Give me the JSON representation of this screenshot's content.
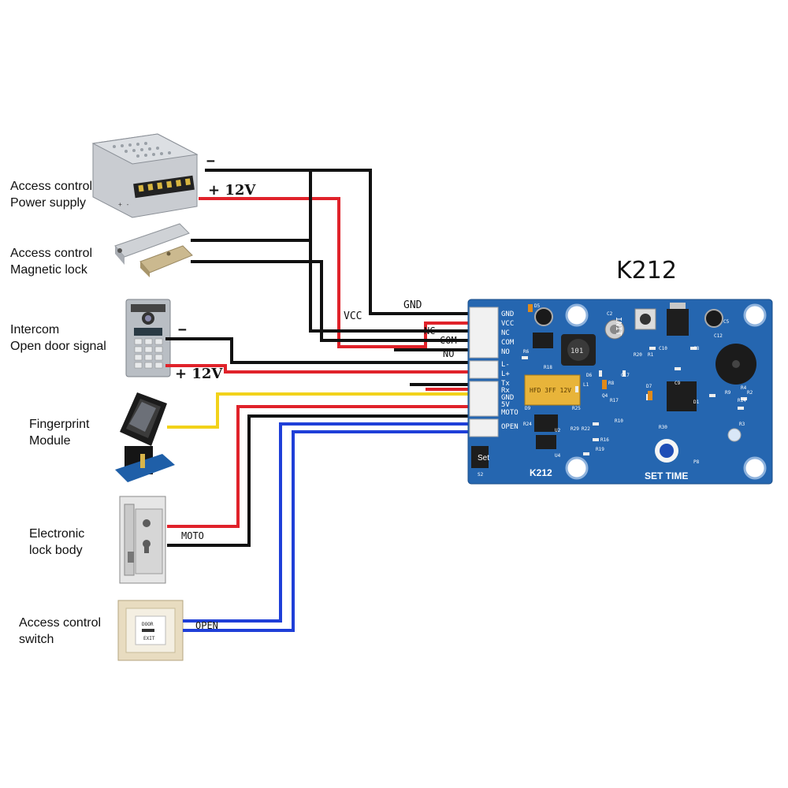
{
  "title": "K212",
  "devices": [
    {
      "name": "Access control",
      "name2": "Power supply"
    },
    {
      "name": "Access control",
      "name2": "Magnetic lock"
    },
    {
      "name": "Intercom",
      "name2": "Open door signal"
    },
    {
      "name": "Fingerprint",
      "name2": "Module"
    },
    {
      "name": "Electronic",
      "name2": "lock body"
    },
    {
      "name": "Access control",
      "name2": "switch"
    }
  ],
  "wire_labels": {
    "minus_top": "−",
    "plus_12v_top": "+ 12V",
    "minus_intercom": "−",
    "plus_12v_intercom": "+ 12V",
    "gnd": "GND",
    "vcc": "VCC",
    "nc": "NC",
    "com": "COM",
    "no": "NO",
    "moto": "MOTO",
    "open": "OPEN"
  },
  "board": {
    "pins": [
      "GND",
      "VCC",
      "NC",
      "COM",
      "NO",
      "L-",
      "L+",
      "Tx",
      "Rx",
      "GND",
      "5V",
      "MOTO",
      "OPEN"
    ],
    "text_init": "INIT",
    "text_set": "Set",
    "text_k212": "K212",
    "text_set_time": "SET TIME",
    "relay_text": "HFD 3FF 12V",
    "inductor_text": "101",
    "refs": [
      "D5",
      "C2",
      "C5",
      "C12",
      "R20",
      "R1",
      "C10",
      "C8",
      "C9",
      "D6",
      "C17",
      "D7",
      "R18",
      "R6",
      "L1",
      "Q4",
      "R17",
      "R8",
      "D9",
      "R10",
      "R16",
      "R19",
      "U2",
      "U4",
      "R30",
      "R3",
      "P8",
      "R24",
      "R29",
      "R22",
      "R25",
      "R4",
      "R14",
      "S2",
      "D1",
      "R9",
      "R2"
    ]
  },
  "colors": {
    "board": "#2566b0",
    "black_wire": "#111111",
    "red_wire": "#e0222a",
    "yellow_wire": "#f2d21a",
    "blue_wire": "#1f3fd8"
  },
  "switch_text": {
    "door": "DOOR",
    "exit": "EXIT"
  },
  "psu_text": "+ -"
}
